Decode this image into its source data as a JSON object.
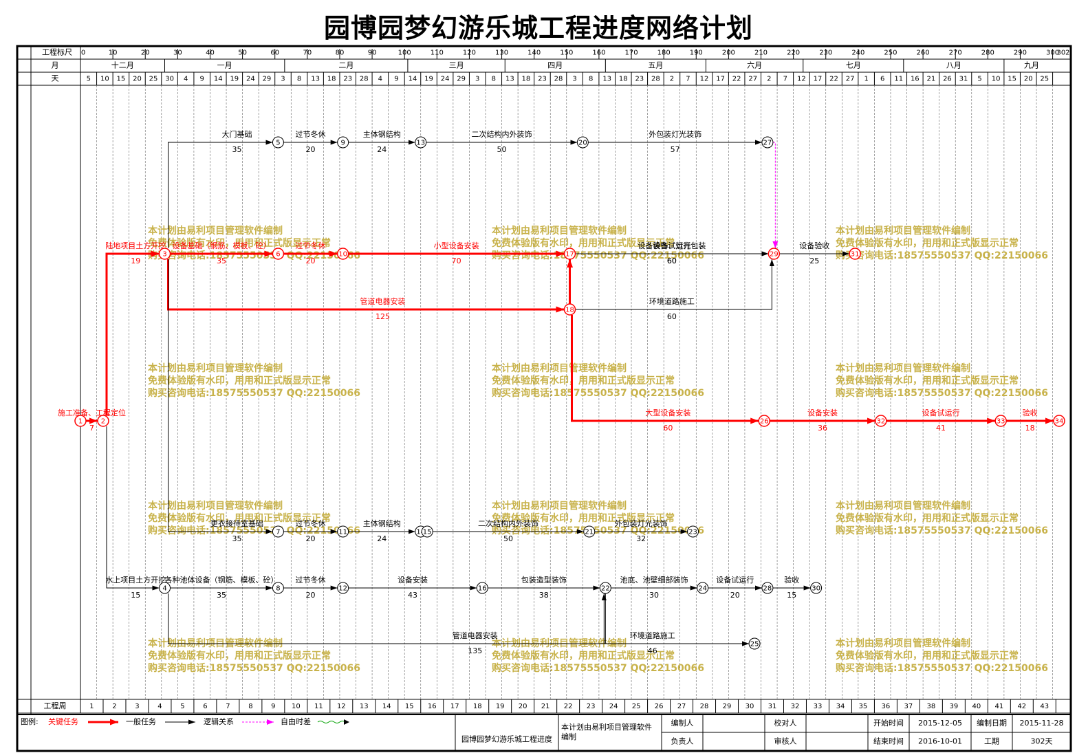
{
  "title": "园博园梦幻游乐城工程进度网络计划",
  "colors": {
    "critical": "#ff0000",
    "normal": "#000000",
    "dummy": "#ff00ff",
    "float": "#00a000",
    "watermark": "#c8b24a",
    "grid": "#000000"
  },
  "header": {
    "scale_label": "工程标尺",
    "month_label": "月",
    "day_label": "天",
    "week_label": "工程周",
    "scale_ticks": [
      0,
      10,
      20,
      30,
      40,
      50,
      60,
      70,
      80,
      90,
      100,
      110,
      120,
      130,
      140,
      150,
      160,
      170,
      180,
      190,
      200,
      210,
      220,
      230,
      240,
      250,
      260,
      270,
      280,
      290,
      300
    ],
    "scale_end": "302",
    "months": [
      {
        "name": "十二月",
        "start": 0,
        "end": 26
      },
      {
        "name": "一月",
        "start": 26,
        "end": 63
      },
      {
        "name": "二月",
        "start": 63,
        "end": 101
      },
      {
        "name": "三月",
        "start": 101,
        "end": 131
      },
      {
        "name": "四月",
        "start": 131,
        "end": 162
      },
      {
        "name": "五月",
        "start": 162,
        "end": 193
      },
      {
        "name": "六月",
        "start": 193,
        "end": 223
      },
      {
        "name": "七月",
        "start": 223,
        "end": 254
      },
      {
        "name": "八月",
        "start": 254,
        "end": 285
      },
      {
        "name": "九月",
        "start": 285,
        "end": 302
      }
    ],
    "days": [
      "5",
      "10",
      "15",
      "20",
      "25",
      "30",
      "4",
      "9",
      "14",
      "19",
      "24",
      "29",
      "3",
      "8",
      "13",
      "18",
      "23",
      "28",
      "4",
      "9",
      "14",
      "19",
      "24",
      "29",
      "3",
      "8",
      "13",
      "18",
      "23",
      "28",
      "3",
      "8",
      "13",
      "18",
      "23",
      "28",
      "2",
      "7",
      "12",
      "17",
      "22",
      "27",
      "2",
      "7",
      "12",
      "17",
      "22",
      "27",
      "1",
      "6",
      "11",
      "16",
      "21",
      "26",
      "31",
      "5",
      "10",
      "15",
      "20",
      "25"
    ],
    "weeks": [
      "1",
      "2",
      "3",
      "4",
      "5",
      "6",
      "7",
      "8",
      "9",
      "10",
      "11",
      "12",
      "13",
      "14",
      "15",
      "16",
      "17",
      "18",
      "19",
      "20",
      "21",
      "22",
      "23",
      "24",
      "25",
      "26",
      "27",
      "28",
      "29",
      "30",
      "31",
      "32",
      "33",
      "34",
      "35",
      "36",
      "37",
      "38",
      "39",
      "40",
      "41",
      "42",
      "43"
    ]
  },
  "nodes": [
    {
      "id": "1",
      "day": 0,
      "lane": "main",
      "critical": true
    },
    {
      "id": "2",
      "day": 7,
      "lane": "main",
      "critical": true
    },
    {
      "id": "3",
      "day": 26,
      "lane": "r3",
      "critical": true
    },
    {
      "id": "4",
      "day": 26,
      "lane": "r4",
      "critical": false
    },
    {
      "id": "5",
      "day": 61,
      "lane": "r1",
      "critical": false
    },
    {
      "id": "6",
      "day": 61,
      "lane": "r3",
      "critical": true
    },
    {
      "id": "7",
      "day": 61,
      "lane": "r6",
      "critical": false
    },
    {
      "id": "8",
      "day": 61,
      "lane": "r4",
      "critical": false
    },
    {
      "id": "9",
      "day": 81,
      "lane": "r1",
      "critical": false
    },
    {
      "id": "10",
      "day": 81,
      "lane": "r3",
      "critical": true
    },
    {
      "id": "11",
      "day": 81,
      "lane": "r6",
      "critical": false
    },
    {
      "id": "12",
      "day": 81,
      "lane": "r4",
      "critical": false
    },
    {
      "id": "13",
      "day": 105,
      "lane": "r1",
      "critical": false
    },
    {
      "id": "14",
      "day": 105,
      "lane": "r6",
      "critical": false
    },
    {
      "id": "15",
      "day": 107,
      "lane": "r6",
      "critical": false
    },
    {
      "id": "16",
      "day": 124,
      "lane": "r4",
      "critical": false
    },
    {
      "id": "17",
      "day": 151,
      "lane": "r3",
      "critical": true
    },
    {
      "id": "18",
      "day": 151,
      "lane": "r2",
      "critical": true
    },
    {
      "id": "20",
      "day": 155,
      "lane": "r1",
      "critical": false
    },
    {
      "id": "21",
      "day": 157,
      "lane": "r6",
      "critical": false
    },
    {
      "id": "22",
      "day": 162,
      "lane": "r4",
      "critical": false
    },
    {
      "id": "23",
      "day": 189,
      "lane": "r6",
      "critical": false
    },
    {
      "id": "24",
      "day": 192,
      "lane": "r4",
      "critical": false
    },
    {
      "id": "25",
      "day": 208,
      "lane": "r5",
      "critical": false
    },
    {
      "id": "26",
      "day": 211,
      "lane": "main",
      "critical": true
    },
    {
      "id": "27",
      "day": 212,
      "lane": "r1",
      "critical": false
    },
    {
      "id": "28",
      "day": 212,
      "lane": "r4",
      "critical": false
    },
    {
      "id": "29",
      "day": 214,
      "lane": "r3",
      "critical": true
    },
    {
      "id": "30",
      "day": 227,
      "lane": "r4",
      "critical": false
    },
    {
      "id": "31",
      "day": 239,
      "lane": "r3",
      "critical": true
    },
    {
      "id": "32",
      "day": 247,
      "lane": "main",
      "critical": true
    },
    {
      "id": "33",
      "day": 284,
      "lane": "main",
      "critical": true
    },
    {
      "id": "34",
      "day": 302,
      "lane": "main",
      "critical": true
    }
  ],
  "tasks": [
    {
      "from": "1",
      "to": "2",
      "name": "施工准备、工程定位",
      "duration": "7",
      "critical": true
    },
    {
      "from": "2",
      "to": "3",
      "name": "陆地项目土方开挖",
      "duration": "19",
      "critical": true
    },
    {
      "from": "2",
      "to": "4",
      "name": "水上项目土方开挖",
      "duration": "15",
      "critical": false
    },
    {
      "from": "3",
      "to": "5",
      "name": "大门基础",
      "duration": "35",
      "critical": false
    },
    {
      "from": "3",
      "to": "6",
      "name": "设备基础（钢筋、模板、砼）",
      "duration": "35",
      "critical": true
    },
    {
      "from": "3",
      "to": "18",
      "name": "管道电器安装",
      "duration": "125",
      "critical": true
    },
    {
      "from": "3",
      "to": "7",
      "name": "更衣接待室基础",
      "duration": "35",
      "critical": false
    },
    {
      "from": "4",
      "to": "8",
      "name": "各种池体设备（钢筋、模板、砼）",
      "duration": "35",
      "critical": false
    },
    {
      "from": "4",
      "to": "25",
      "name": "管道电器安装",
      "duration": "135",
      "critical": false
    },
    {
      "from": "5",
      "to": "9",
      "name": "过节冬休",
      "duration": "20",
      "critical": false
    },
    {
      "from": "6",
      "to": "10",
      "name": "过节冬休",
      "duration": "20",
      "critical": true
    },
    {
      "from": "7",
      "to": "11",
      "name": "过节冬休",
      "duration": "20",
      "critical": false
    },
    {
      "from": "8",
      "to": "12",
      "name": "过节冬休",
      "duration": "20",
      "critical": false
    },
    {
      "from": "9",
      "to": "13",
      "name": "主体钢结构",
      "duration": "24",
      "critical": false
    },
    {
      "from": "10",
      "to": "17",
      "name": "小型设备安装",
      "duration": "70",
      "critical": true
    },
    {
      "from": "11",
      "to": "14",
      "name": "主体钢结构",
      "duration": "24",
      "critical": false
    },
    {
      "from": "12",
      "to": "16",
      "name": "设备安装",
      "duration": "43",
      "critical": false
    },
    {
      "from": "13",
      "to": "20",
      "name": "二次结构内外装饰",
      "duration": "50",
      "critical": false
    },
    {
      "from": "15",
      "to": "21",
      "name": "二次结构内外装饰",
      "duration": "50",
      "critical": false
    },
    {
      "from": "16",
      "to": "22",
      "name": "包装造型装饰",
      "duration": "38",
      "critical": false
    },
    {
      "from": "17",
      "to": "29",
      "name": "设备试运行",
      "duration": "60",
      "critical": false
    },
    {
      "from": "17",
      "to": "29",
      "name": "设备装饰、灯光包装",
      "duration": "60",
      "critical": false
    },
    {
      "from": "18",
      "to": "29",
      "name": "环境道路施工",
      "duration": "60",
      "critical": false
    },
    {
      "from": "18",
      "to": "26",
      "name": "大型设备安装",
      "duration": "60",
      "critical": true
    },
    {
      "from": "20",
      "to": "27",
      "name": "外包装灯光装饰",
      "duration": "57",
      "critical": false
    },
    {
      "from": "21",
      "to": "23",
      "name": "外包装灯光装饰",
      "duration": "32",
      "critical": false
    },
    {
      "from": "22",
      "to": "24",
      "name": "池底、池壁细部装饰",
      "duration": "30",
      "critical": false
    },
    {
      "from": "22",
      "to": "25",
      "name": "环境道路施工",
      "duration": "46",
      "critical": false
    },
    {
      "from": "24",
      "to": "28",
      "name": "设备试运行",
      "duration": "20",
      "critical": false
    },
    {
      "from": "28",
      "to": "30",
      "name": "验收",
      "duration": "15",
      "critical": false
    },
    {
      "from": "29",
      "to": "31",
      "name": "设备验收",
      "duration": "25",
      "critical": false
    },
    {
      "from": "26",
      "to": "32",
      "name": "设备安装",
      "duration": "36",
      "critical": true
    },
    {
      "from": "32",
      "to": "33",
      "name": "设备试运行",
      "duration": "41",
      "critical": true
    },
    {
      "from": "33",
      "to": "34",
      "name": "验收",
      "duration": "18",
      "critical": true
    }
  ],
  "watermark_lines": [
    "本计划由易利项目管理软件编制",
    "免费体验版有水印，用用和正式版显示正常",
    "购买咨询电话:18575550537 QQ:22150066"
  ],
  "legend": {
    "label": "图例:",
    "critical": "关键任务",
    "normal": "一般任务",
    "logic": "逻辑关系",
    "free_float": "自由时差"
  },
  "footer": {
    "project_name": "园博园梦幻游乐城工程进度",
    "software_note": "本计划由易利项目管理软件编制",
    "prepared_by_label": "编制人",
    "responsible_label": "负责人",
    "checked_by_label": "校对人",
    "reviewer_label": "审核人",
    "start_label": "开始时间",
    "start_value": "2015-12-05",
    "end_label": "结束时间",
    "end_value": "2016-10-01",
    "compiled_label": "编制日期",
    "compiled_value": "2015-11-28",
    "duration_label": "工期",
    "duration_value": "302天"
  }
}
